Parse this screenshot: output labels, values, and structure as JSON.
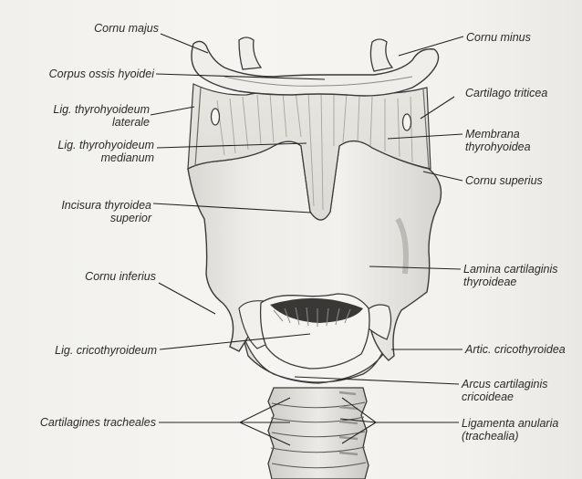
{
  "labels": {
    "cornu_majus": "Cornu majus",
    "corpus_ossis_hyoidei": "Corpus ossis hyoidei",
    "lig_thyrohyoideum_laterale": [
      "Lig. thyrohyoideum",
      "laterale"
    ],
    "lig_thyrohyoideum_medianum": [
      "Lig. thyrohyoideum",
      "medianum"
    ],
    "incisura_thyroidea_superior": [
      "Incisura thyroidea",
      "superior"
    ],
    "cornu_inferius": "Cornu inferius",
    "lig_cricothyroideum": "Lig. cricothyroideum",
    "cartilagines_tracheales": "Cartilagines tracheales",
    "cornu_minus": "Cornu minus",
    "cartilago_triticea": "Cartilago triticea",
    "membrana_thyrohyoidea": [
      "Membrana",
      "thyrohyoidea"
    ],
    "cornu_superius": "Cornu superius",
    "lamina_cartilaginis_thyroideae": [
      "Lamina cartilaginis",
      "thyroideae"
    ],
    "artic_cricothyroidea": "Artic. cricothyroidea",
    "arcus_cartilaginis_cricoideae": [
      "Arcus cartilaginis",
      "cricoideae"
    ],
    "ligamenta_anularia": [
      "Ligamenta anularia",
      "(trachealia)"
    ]
  },
  "colors": {
    "ink": "#2a2a2a",
    "cartilage": "#ecebe7",
    "shadow": "#cfcdc8"
  }
}
